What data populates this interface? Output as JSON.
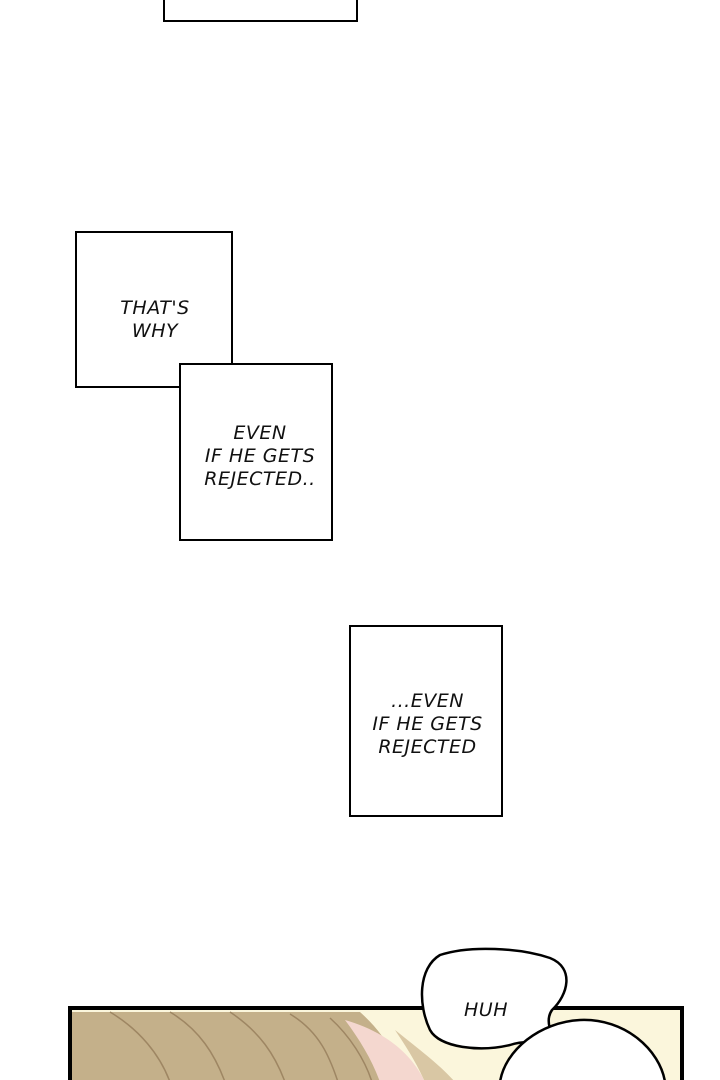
{
  "captions": {
    "box1": "THAT'S\nWHY",
    "box2": "EVEN\nIF HE GETS\nREJECTED..",
    "box3": "...EVEN\nIF HE GETS\nREJECTED"
  },
  "bubble": {
    "text": "HUH"
  },
  "colors": {
    "hair": "#c4b08a",
    "hair_shadow": "#a9916b",
    "skin": "#f4d7cf",
    "background_panel": "#fbf6dc",
    "outline": "#000000"
  }
}
